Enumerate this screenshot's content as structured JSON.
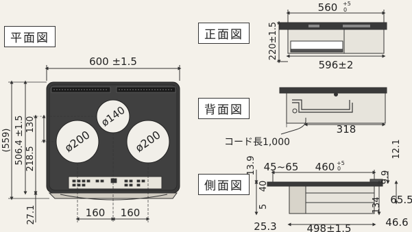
{
  "titles": {
    "plan": "平面図",
    "front": "正面図",
    "back": "背面図",
    "side": "側面図"
  },
  "plan": {
    "width": "600 ±1.5",
    "depth_total": "(559)",
    "depth_main": "506.4 ±1.5",
    "depth_inner": "218.5",
    "depth_130": "130",
    "front_lip": "27.1",
    "burner_top": "ø140",
    "burner_left": "ø200",
    "burner_right": "ø200",
    "spacing_left": "160",
    "spacing_right": "160"
  },
  "front": {
    "width": "560",
    "width_tol_upper": "+5",
    "width_tol_lower": "0",
    "height": "220±1.5",
    "bottom_width": "596±2"
  },
  "back": {
    "dim": "318",
    "cord": "コード長1,000"
  },
  "side": {
    "d1": "13.9",
    "d2": "45~65",
    "d3": "460",
    "d3_tol_upper": "+5",
    "d3_tol_lower": "0",
    "d4": "12.1",
    "d5": "40",
    "d6": "9.9",
    "d7": "5",
    "d8": "134",
    "d9": "65.5",
    "d10": "25.3",
    "d11": "498±1.5",
    "d12": "46.6"
  },
  "colors": {
    "line": "#333333",
    "cooktop": "#3a3a3a",
    "background": "#f4f1ea"
  }
}
